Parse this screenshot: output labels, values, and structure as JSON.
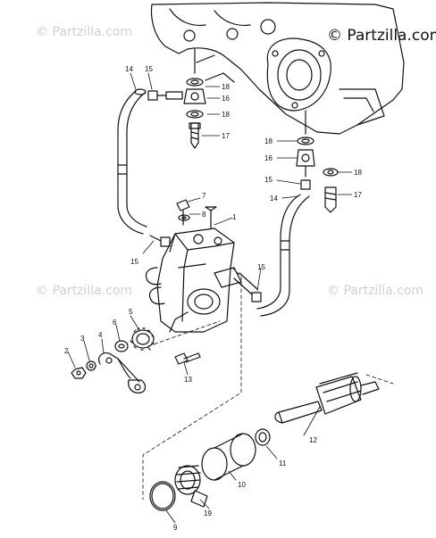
{
  "watermarks": {
    "top_left": "© Partzilla.com",
    "top_right": "© Partzilla.com",
    "mid_left": "© Partzilla.com",
    "mid_right": "© Partzilla.com"
  },
  "callouts": {
    "c1": "1",
    "c2": "2",
    "c3": "3",
    "c4": "4",
    "c5": "5",
    "c6": "6",
    "c7": "7",
    "c8": "8",
    "c9": "9",
    "c10": "10",
    "c11": "11",
    "c12": "12",
    "c13": "13",
    "c14a": "14",
    "c14b": "14",
    "c15a": "15",
    "c15b": "15",
    "c15c": "15",
    "c15d": "15",
    "c16a": "16",
    "c16b": "16",
    "c17a": "17",
    "c17b": "17",
    "c18a": "18",
    "c18b": "18",
    "c18c": "18",
    "c18d": "18",
    "c19": "19"
  }
}
